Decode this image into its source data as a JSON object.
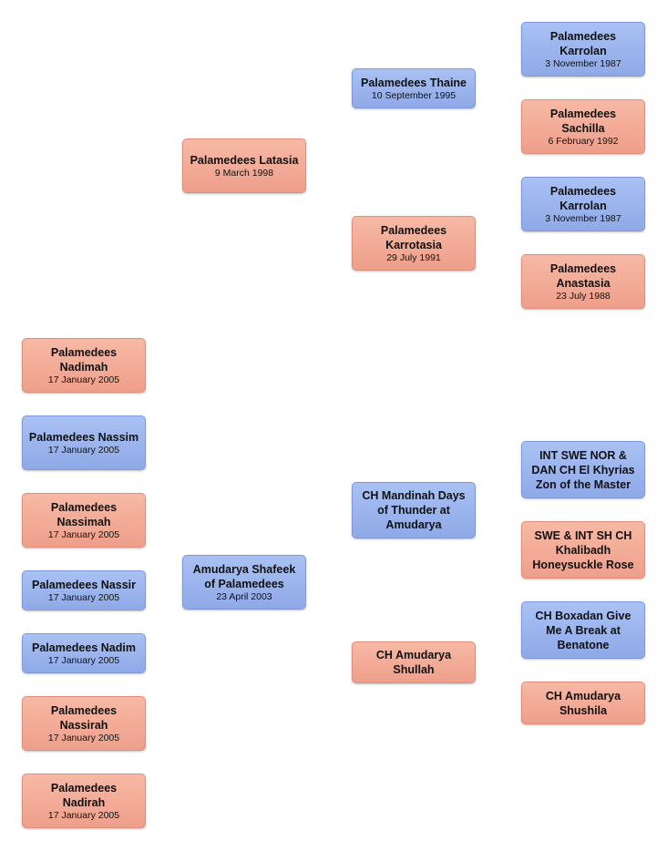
{
  "colors": {
    "male": "#9bb4ee",
    "female": "#f2ab97"
  },
  "latasia": {
    "name": "Palamedees Latasia",
    "date": "9 March 1998",
    "sex": "female",
    "sire": {
      "name": "Palamedees Thaine",
      "date": "10 September 1995",
      "sex": "male",
      "sire": {
        "name": "Palamedees Karrolan",
        "date": "3 November 1987",
        "sex": "male"
      },
      "dam": {
        "name": "Palamedees Sachilla",
        "date": "6 February 1992",
        "sex": "female"
      }
    },
    "dam": {
      "name": "Palamedees Karrotasia",
      "date": "29 July 1991",
      "sex": "female",
      "sire": {
        "name": "Palamedees Karrolan",
        "date": "3 November 1987",
        "sex": "male"
      },
      "dam": {
        "name": "Palamedees Anastasia",
        "date": "23 July 1988",
        "sex": "female"
      }
    }
  },
  "offspring": [
    {
      "name": "Palamedees Nadimah",
      "date": "17 January 2005",
      "sex": "female"
    },
    {
      "name": "Palamedees Nassim",
      "date": "17 January 2005",
      "sex": "male"
    },
    {
      "name": "Palamedees Nassimah",
      "date": "17 January 2005",
      "sex": "female"
    },
    {
      "name": "Palamedees Nassir",
      "date": "17 January 2005",
      "sex": "male"
    },
    {
      "name": "Palamedees Nadim",
      "date": "17 January 2005",
      "sex": "male"
    },
    {
      "name": "Palamedees Nassirah",
      "date": "17 January 2005",
      "sex": "female"
    },
    {
      "name": "Palamedees Nadirah",
      "date": "17 January 2005",
      "sex": "female"
    }
  ],
  "shafeek": {
    "name": "Amudarya Shafeek of Palamedees",
    "date": "23 April 2003",
    "sex": "male",
    "sire": {
      "name": "CH Mandinah Days of Thunder at Amudarya",
      "sex": "male",
      "sire": {
        "name": "INT SWE NOR & DAN CH El Khyrias Zon of the Master",
        "sex": "male"
      },
      "dam": {
        "name": "SWE & INT SH CH Khalibadh Honeysuckle Rose",
        "sex": "female"
      }
    },
    "dam": {
      "name": "CH Amudarya Shullah",
      "sex": "female",
      "sire": {
        "name": "CH Boxadan Give Me A Break at Benatone",
        "sex": "male"
      },
      "dam": {
        "name": "CH Amudarya Shushila",
        "sex": "female"
      }
    }
  }
}
